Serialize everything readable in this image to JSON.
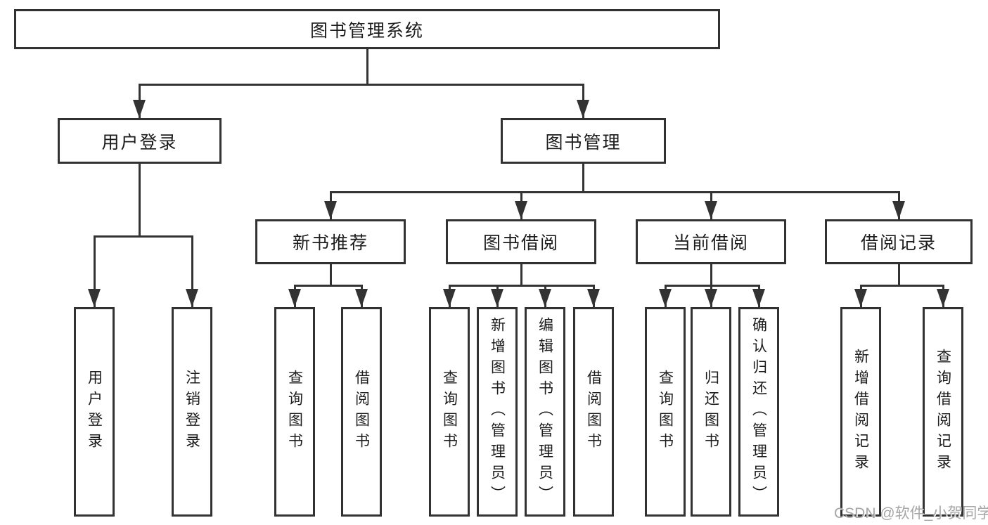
{
  "diagram": {
    "root": {
      "label": "图书管理系统"
    },
    "level2": {
      "user_login": {
        "label": "用户登录"
      },
      "book_management": {
        "label": "图书管理"
      }
    },
    "level3": {
      "new_book_recommend": {
        "label": "新书推荐"
      },
      "book_borrow": {
        "label": "图书借阅"
      },
      "current_borrow": {
        "label": "当前借阅"
      },
      "borrow_records": {
        "label": "借阅记录"
      }
    },
    "leaves": {
      "user_login": [
        "用户登录",
        "注销登录"
      ],
      "new_book_recommend": [
        "查询图书",
        "借阅图书"
      ],
      "book_borrow": [
        "查询图书",
        "新增图书（管理员）",
        "编辑图书（管理员）",
        "借阅图书"
      ],
      "current_borrow": [
        "查询图书",
        "归还图书",
        "确认归还（管理员）"
      ],
      "borrow_records": [
        "新增借阅记录",
        "查询借阅记录"
      ]
    }
  },
  "watermark": {
    "text": "CSDN @软件_小贺同学"
  },
  "colors": {
    "line": "#333333",
    "text": "#1c1c1c",
    "background": "#ffffff",
    "watermark": "#a6a6a6"
  }
}
